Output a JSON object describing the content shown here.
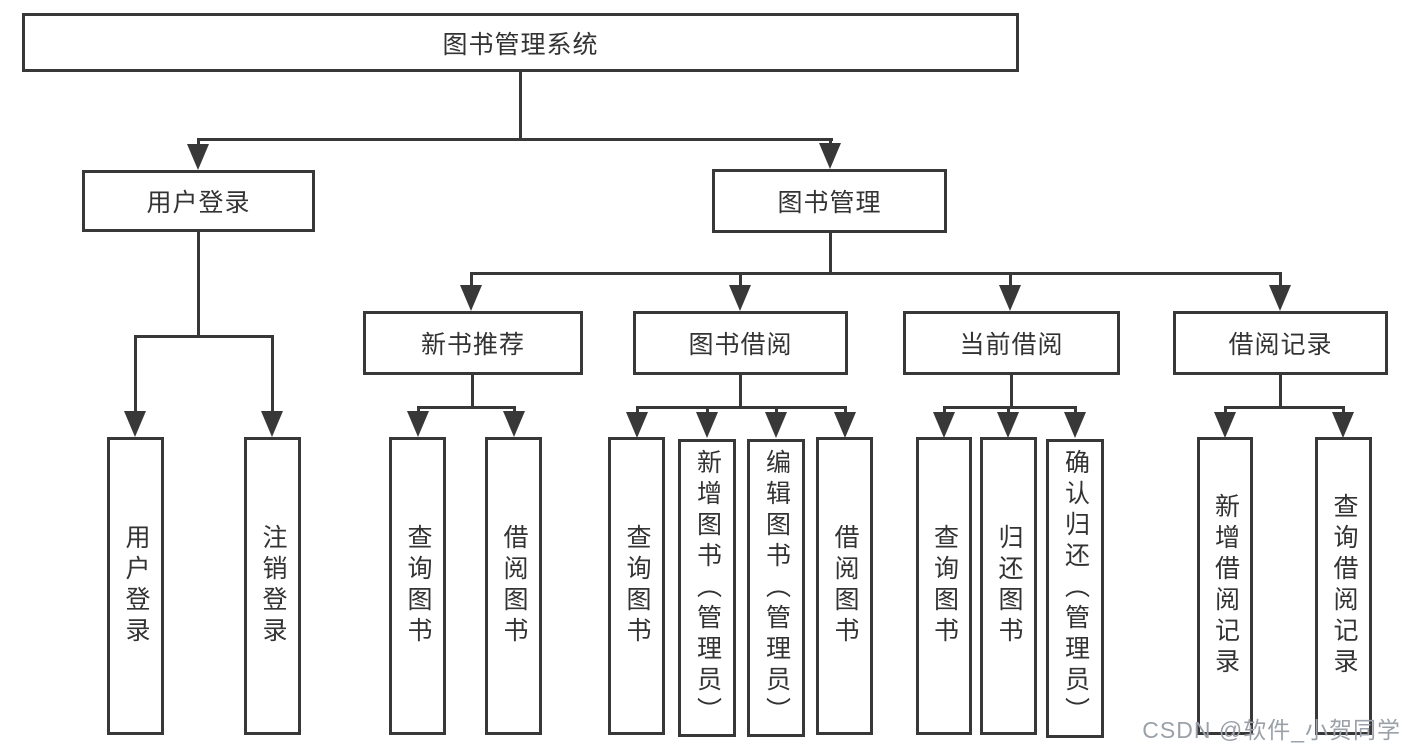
{
  "diagram": {
    "type": "hierarchy-tree",
    "title": "图书管理系统"
  },
  "colors": {
    "line": "#383838",
    "text": "#333333",
    "bg": "#ffffff",
    "watermark": "#9ba1a9"
  },
  "nodes": {
    "root": {
      "label": "图书管理系统"
    },
    "user_login": {
      "label": "用户登录"
    },
    "book_mgmt": {
      "label": "图书管理"
    },
    "new_book_rec": {
      "label": "新书推荐"
    },
    "book_borrowing": {
      "label": "图书借阅"
    },
    "current_borrowing": {
      "label": "当前借阅"
    },
    "borrow_records": {
      "label": "借阅记录"
    },
    "leaf_user_login": {
      "label": "用户登录"
    },
    "leaf_logout": {
      "label": "注销登录"
    },
    "leaf_nbr_query": {
      "label": "查询图书"
    },
    "leaf_nbr_borrow": {
      "label": "借阅图书"
    },
    "leaf_bb_query": {
      "label": "查询图书"
    },
    "leaf_bb_add": {
      "label": "新增图书（管理员）"
    },
    "leaf_bb_edit": {
      "label": "编辑图书（管理员）"
    },
    "leaf_bb_borrow": {
      "label": "借阅图书"
    },
    "leaf_cb_query": {
      "label": "查询图书"
    },
    "leaf_cb_return": {
      "label": "归还图书"
    },
    "leaf_cb_confirm": {
      "label": "确认归还（管理员）"
    },
    "leaf_br_add": {
      "label": "新增借阅记录"
    },
    "leaf_br_query": {
      "label": "查询借阅记录"
    }
  },
  "edges": [
    {
      "from": "图书管理系统",
      "to": "用户登录"
    },
    {
      "from": "图书管理系统",
      "to": "图书管理"
    },
    {
      "from": "用户登录",
      "to": "用户登录"
    },
    {
      "from": "用户登录",
      "to": "注销登录"
    },
    {
      "from": "图书管理",
      "to": "新书推荐"
    },
    {
      "from": "图书管理",
      "to": "图书借阅"
    },
    {
      "from": "图书管理",
      "to": "当前借阅"
    },
    {
      "from": "图书管理",
      "to": "借阅记录"
    },
    {
      "from": "新书推荐",
      "to": "查询图书"
    },
    {
      "from": "新书推荐",
      "to": "借阅图书"
    },
    {
      "from": "图书借阅",
      "to": "查询图书"
    },
    {
      "from": "图书借阅",
      "to": "新增图书（管理员）"
    },
    {
      "from": "图书借阅",
      "to": "编辑图书（管理员）"
    },
    {
      "from": "图书借阅",
      "to": "借阅图书"
    },
    {
      "from": "当前借阅",
      "to": "查询图书"
    },
    {
      "from": "当前借阅",
      "to": "归还图书"
    },
    {
      "from": "当前借阅",
      "to": "确认归还（管理员）"
    },
    {
      "from": "借阅记录",
      "to": "新增借阅记录"
    },
    {
      "from": "借阅记录",
      "to": "查询借阅记录"
    }
  ],
  "watermark": {
    "text": "CSDN @软件_小贺同学"
  }
}
